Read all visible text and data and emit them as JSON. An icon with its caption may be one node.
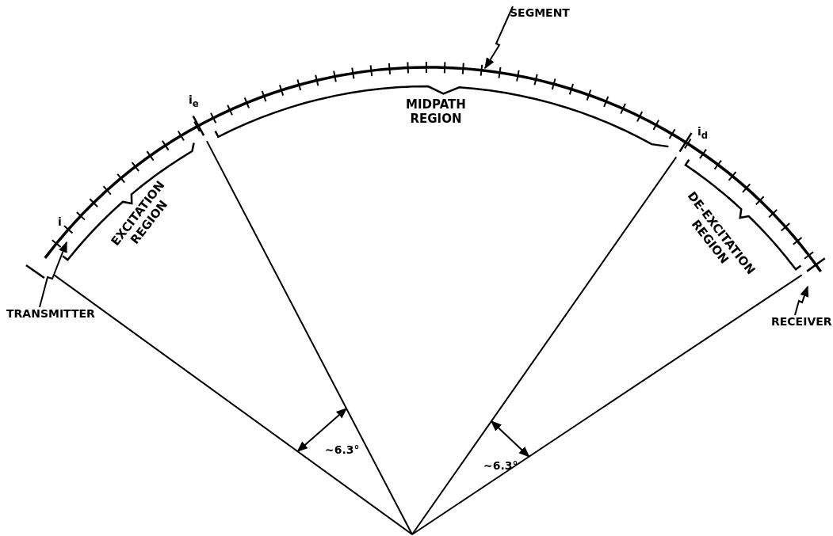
{
  "diagram": {
    "nodes": [
      {
        "text": [
          "TRANSMITTER"
        ]
      },
      {
        "text": [
          "SEGMENT"
        ]
      },
      {
        "text": [
          "RECEIVER"
        ]
      }
    ],
    "edges": [
      {
        "from": 0,
        "to": null,
        "arrow": "to"
      },
      {
        "from": 1,
        "to": null,
        "arrow": "to"
      },
      {
        "from": 2,
        "to": null,
        "arrow": "to"
      }
    ],
    "labels": [
      "i$_{e}$",
      "MIDPATH REGION",
      "i$_{d}$",
      "i",
      "EXCITATION REGION",
      "DE-EXCITATION REGION",
      "∼6.3°",
      "∼6.3°"
    ]
  }
}
